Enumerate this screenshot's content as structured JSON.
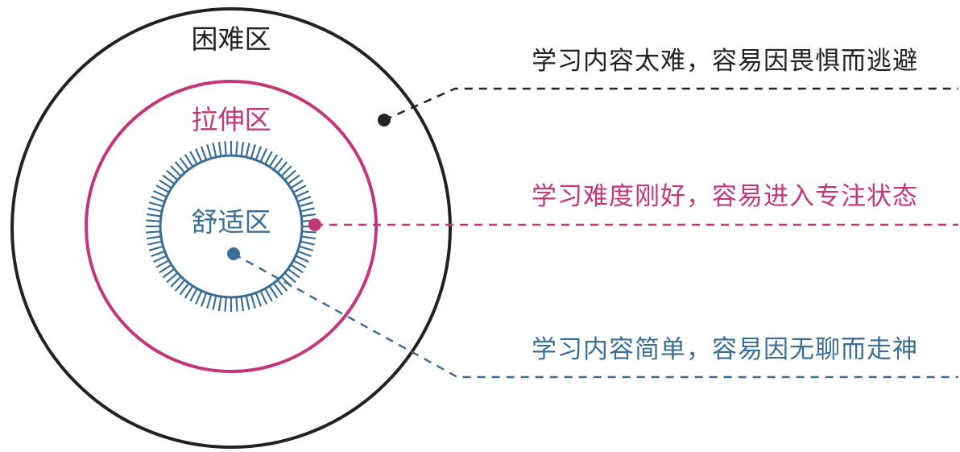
{
  "zones": {
    "difficult": {
      "label": "困难区",
      "description": "学习内容太难，容易因畏惧而逃避",
      "color": "#222222"
    },
    "stretch": {
      "label": "拉伸区",
      "description": "学习难度刚好，容易进入专注状态",
      "color": "#c2367a"
    },
    "comfort": {
      "label": "舒适区",
      "description": "学习内容简单，容易因无聊而走神",
      "color": "#3b6e96"
    }
  }
}
